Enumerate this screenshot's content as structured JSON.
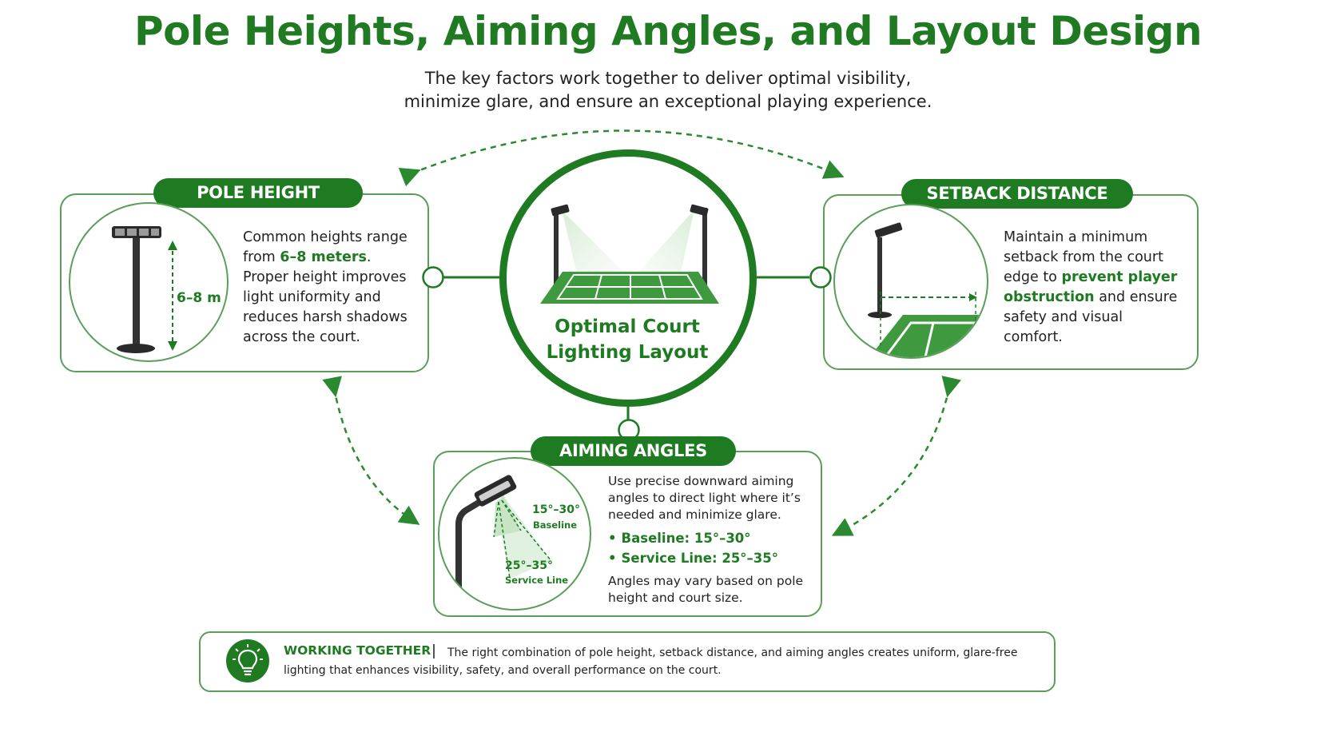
{
  "title": "Pole Heights, Aiming Angles, and Layout Design",
  "subtitle_line1": "The key factors work together to deliver optimal visibility,",
  "subtitle_line2": "minimize glare, and ensure an exceptional playing experience.",
  "center": {
    "line1": "Optimal Court",
    "line2": "Lighting Layout"
  },
  "pole_height": {
    "heading": "POLE HEIGHT",
    "dimension_label": "6–8 m",
    "text_before": "Common heights range from ",
    "highlight": "6–8 meters",
    "text_after": ". Proper height improves light uniformity and reduces harsh shadows across the court."
  },
  "setback": {
    "heading": "SETBACK DISTANCE",
    "text_before": "Maintain a minimum setback from the court edge to ",
    "highlight": "prevent player obstruction",
    "text_after": " and ensure safety and visual comfort."
  },
  "aiming": {
    "heading": "AIMING ANGLES",
    "intro": "Use precise downward aiming angles to direct light where it’s needed and minimize glare.",
    "bullets": [
      "Baseline: 15°–30°",
      "Service Line: 25°–35°"
    ],
    "note": "Angles may vary based on pole height and court size.",
    "angle1_value": "15°–30°",
    "angle1_label": "Baseline",
    "angle2_value": "25°–35°",
    "angle2_label": "Service Line"
  },
  "footer": {
    "title": "WORKING TOGETHER",
    "text": "The right combination of pole height, setback distance, and aiming angles creates uniform, glare-free lighting that enhances visibility, safety, and overall performance on the court."
  },
  "colors": {
    "primary_green": "#1e7b22",
    "border_green": "#5a9e5a",
    "court_green": "#3f9a3f"
  },
  "icons": [
    "pole-light-icon",
    "court-light-icon",
    "setback-icon",
    "aiming-light-icon",
    "lightbulb-icon"
  ]
}
